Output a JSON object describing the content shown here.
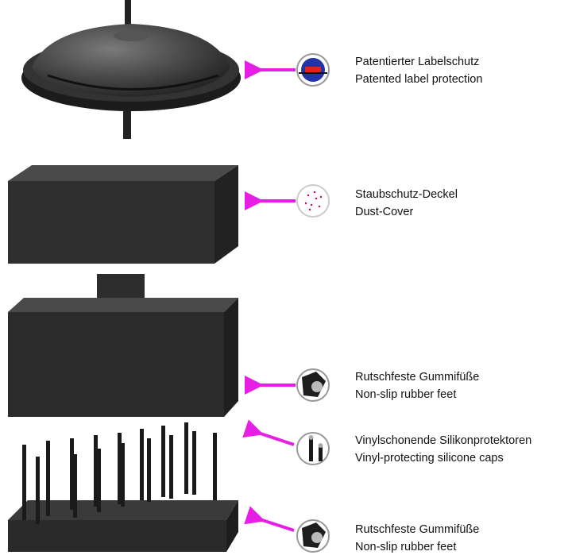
{
  "features": [
    {
      "icon": "label-protection-icon",
      "de": "Patentierter Labelschutz",
      "en": "Patented label protection"
    },
    {
      "icon": "dust-icon",
      "de": "Staubschutz-Deckel",
      "en": "Dust-Cover"
    },
    {
      "icon": "rubber-foot-icon",
      "de": "Rutschfeste Gummifüße",
      "en": "Non-slip rubber feet"
    },
    {
      "icon": "silicone-cap-icon",
      "de": "Vinylschonende Silikonprotektoren",
      "en": "Vinyl-protecting silicone caps"
    },
    {
      "icon": "rubber-foot-icon",
      "de": "Rutschfeste Gummifüße",
      "en": "Non-slip rubber feet"
    }
  ],
  "colors": {
    "arrow": "#e61ee6",
    "product": "#2b2b2b"
  }
}
